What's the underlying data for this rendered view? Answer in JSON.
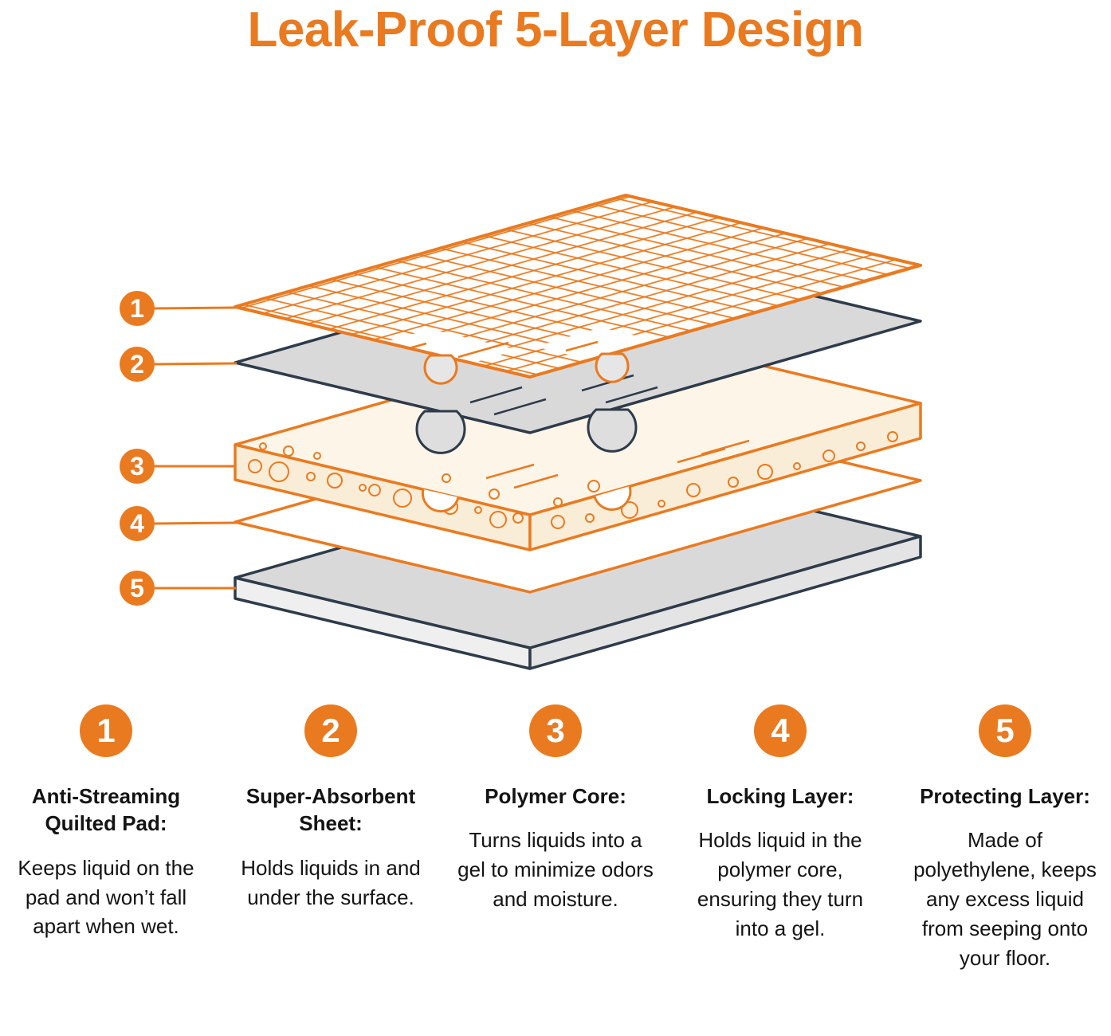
{
  "title": "Leak-Proof 5-Layer Design",
  "colors": {
    "accent_orange": "#EA7A20",
    "outline_navy": "#2E3B4A",
    "sheet_gray": "#D9D9D9",
    "core_cream": "#FAEDD8"
  },
  "diagram": {
    "callouts": [
      {
        "number": "1"
      },
      {
        "number": "2"
      },
      {
        "number": "3"
      },
      {
        "number": "4"
      },
      {
        "number": "5"
      }
    ]
  },
  "legend": {
    "items": [
      {
        "number": "1",
        "heading": "Anti-Streaming Quilted Pad:",
        "body": "Keeps liquid on the pad and won’t fall apart when wet."
      },
      {
        "number": "2",
        "heading": "Super-Absorbent Sheet:",
        "body": "Holds liquids in and under the surface."
      },
      {
        "number": "3",
        "heading": "Polymer Core:",
        "body": "Turns liquids into a gel to minimize odors and moisture."
      },
      {
        "number": "4",
        "heading": "Locking Layer:",
        "body": "Holds liquid in the polymer core, ensuring they turn into a gel."
      },
      {
        "number": "5",
        "heading": "Protecting Layer:",
        "body": "Made of polyethylene, keeps any excess liquid from seeping onto your floor."
      }
    ]
  }
}
